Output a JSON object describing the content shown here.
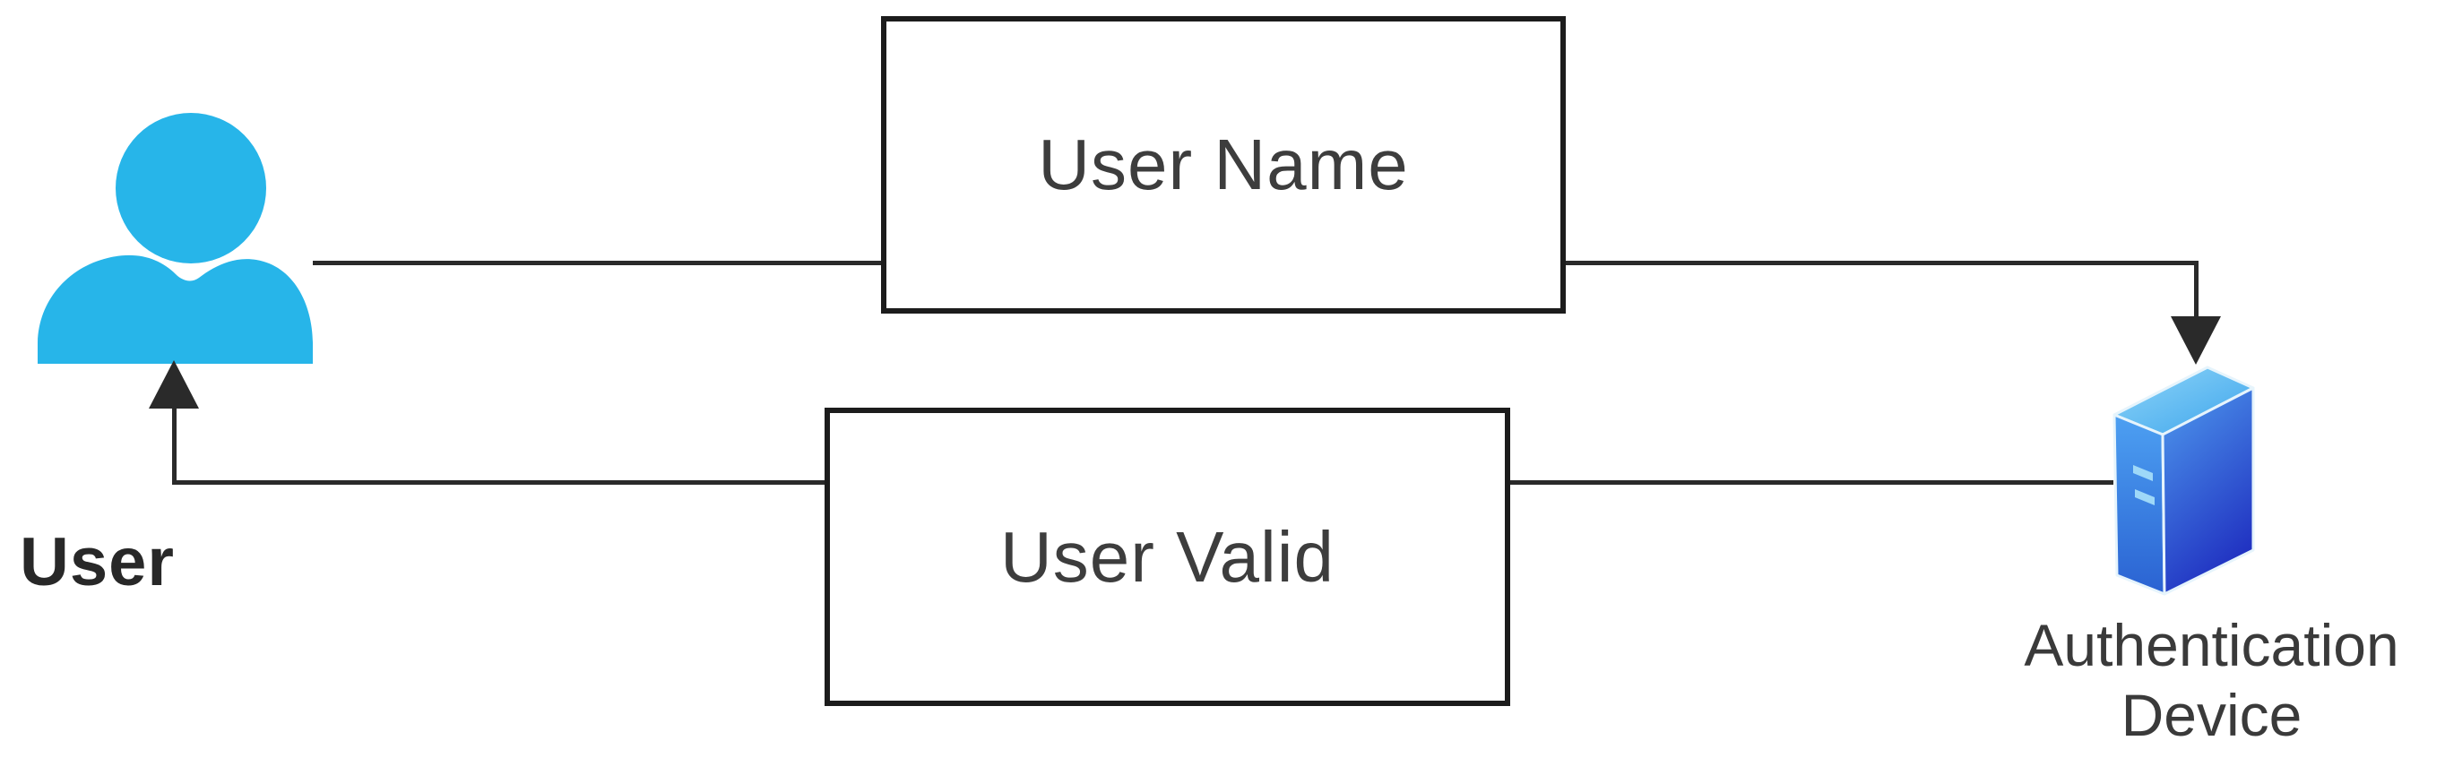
{
  "diagram_type": "authentication-flow",
  "nodes": {
    "user": {
      "label": "User",
      "icon": "person-icon"
    },
    "user_name": {
      "label": "User Name",
      "shape": "rectangle"
    },
    "user_valid": {
      "label": "User Valid",
      "shape": "rectangle"
    },
    "auth_device": {
      "label_line1": "Authentication",
      "label_line2": "Device",
      "icon": "server-icon"
    }
  },
  "edges": [
    {
      "from": "User",
      "via": "User Name",
      "to": "Authentication Device",
      "direction": "right-then-down-arrow"
    },
    {
      "from": "Authentication Device",
      "via": "User Valid",
      "to": "User",
      "direction": "left-then-up-arrow"
    }
  ],
  "colors": {
    "background": "#ffffff",
    "connector": "#2a2a2a",
    "box_border": "#1c1c1c",
    "box_fill": "#ffffff",
    "box_label_text": "#3d3d3d",
    "user_label_text": "#282828",
    "auth_label_text": "#3a3a3a",
    "user_icon": "#27b5e9",
    "server": {
      "top_from": "#8fd6f8",
      "top_to": "#3da4ec",
      "left_from": "#4da0f2",
      "left_to": "#2a62d2",
      "front_from": "#4f9bee",
      "front_to": "#2133c2",
      "edge": "#e6f4fc",
      "vent": "#9ed8f8"
    }
  }
}
